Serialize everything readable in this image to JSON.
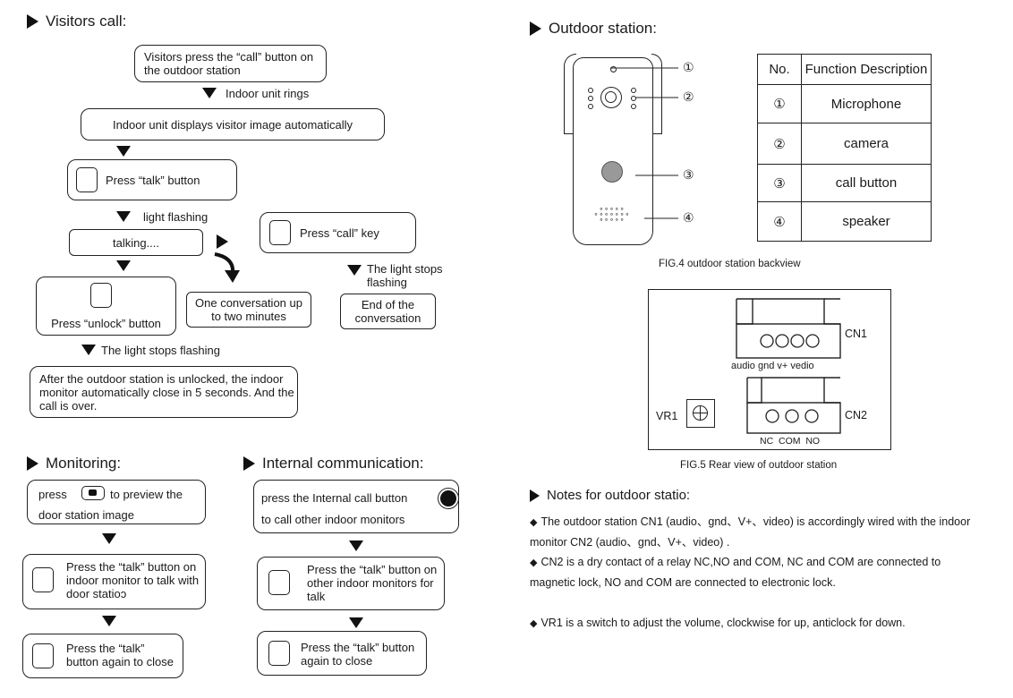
{
  "visitors_call": {
    "heading": "Visitors call:",
    "step1": "Visitors press the “call” button on the outdoor station",
    "arrow1": "Indoor unit rings",
    "step2": "Indoor unit displays visitor image automatically",
    "step3": "Press “talk” button",
    "arrow2": "light flashing",
    "step4": "talking....",
    "step5": "Press “unlock” button",
    "arrow3": "The light stops flashing",
    "step6": "After the outdoor station is unlocked, the indoor monitor automatically close in 5 seconds. And the call is over.",
    "side_note": "One conversation up to two minutes",
    "call_key": "Press “call” key",
    "arrow4": "The light stops flashing",
    "end": "End of the conversation"
  },
  "monitoring": {
    "heading": "Monitoring:",
    "step1_pre": "press",
    "step1_post": "to preview the",
    "step1_line2": "door station image",
    "step2": "Press the “talk” button on indoor monitor to talk with door statioɔ",
    "step3": "Press the “talk” button again to close"
  },
  "internal": {
    "heading": "Internal communication:",
    "step1_line1": "press the Internal call button",
    "step1_line2": "to call other indoor monitors",
    "step2": "Press the “talk” button on other indoor monitors for talk",
    "step3": "Press the “talk” button again to close"
  },
  "outdoor_station": {
    "heading": "Outdoor station:",
    "callouts": [
      "①",
      "②",
      "③",
      "④"
    ],
    "table": {
      "headers": [
        "No.",
        "Function Description"
      ],
      "rows": [
        [
          "①",
          "Microphone"
        ],
        [
          "②",
          "camera"
        ],
        [
          "③",
          "call button"
        ],
        [
          "④",
          "speaker"
        ]
      ]
    },
    "fig4_caption": "FIG.4 outdoor station backview",
    "rear": {
      "cn1": "CN1",
      "cn1_pins": "audio gnd v+ vedio",
      "cn2": "CN2",
      "cn2_pins": "NC  COM  NO",
      "vr1": "VR1"
    },
    "fig5_caption": "FIG.5 Rear view of outdoor station"
  },
  "notes": {
    "heading": "Notes for outdoor statio:",
    "items": [
      "The outdoor station CN1 (audio、gnd、V+、video) is accordingly wired with the indoor monitor CN2 (audio、gnd、V+、video) .",
      "CN2 is a dry contact of a relay NC,NO and COM, NC and COM are connected to magnetic lock, NO and COM are connected to electronic lock.",
      "VR1 is a switch to adjust the volume, clockwise for up, anticlock for down."
    ]
  }
}
